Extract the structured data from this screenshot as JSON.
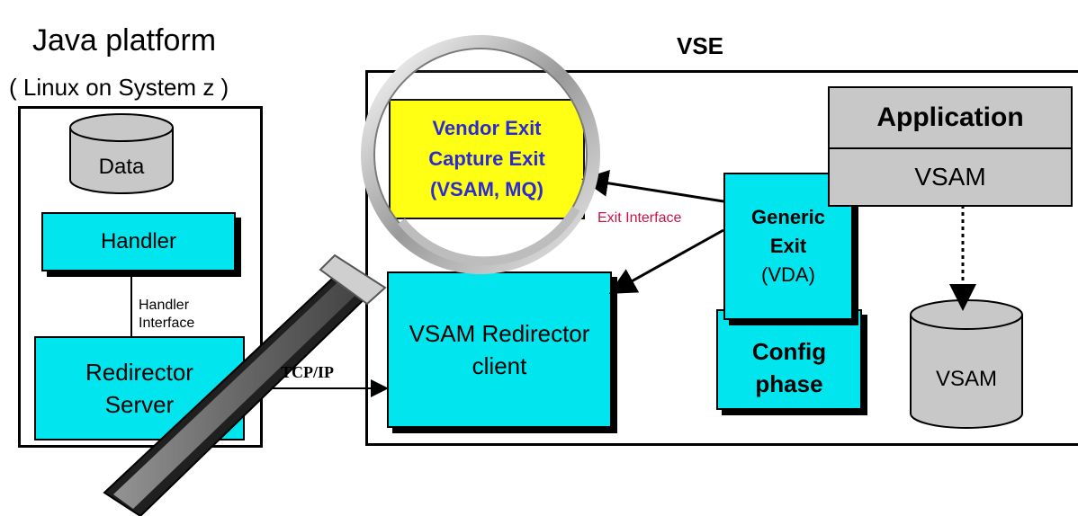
{
  "left": {
    "title": "Java platform",
    "subtitle": "( Linux on System z )",
    "data_label": "Data",
    "handler_label": "Handler",
    "handler_interface_line1": "Handler",
    "handler_interface_line2": "Interface",
    "redirector_line1": "Redirector",
    "redirector_line2": "Server"
  },
  "tcpip_label": "TCP/IP",
  "vse": {
    "title": "VSE",
    "vendor_line1": "Vendor Exit",
    "vendor_line2": "Capture Exit",
    "vendor_line3": "(VSAM, MQ)",
    "exit_interface": "Exit Interface",
    "client_line1": "VSAM Redirector",
    "client_line2": "client",
    "generic_line1": "Generic",
    "generic_line2": "Exit",
    "generic_line3": "(VDA)",
    "config_line1": "Config",
    "config_line2": "phase",
    "application_label": "Application",
    "vsam_layer_label": "VSAM",
    "vsam_db_label": "VSAM"
  },
  "colors": {
    "cyan": "#00e5ee",
    "yellow": "#ffff00",
    "vendor_text": "#1a1acc",
    "exit_interface_text": "#cc1144",
    "gray": "#c8c8c8"
  }
}
